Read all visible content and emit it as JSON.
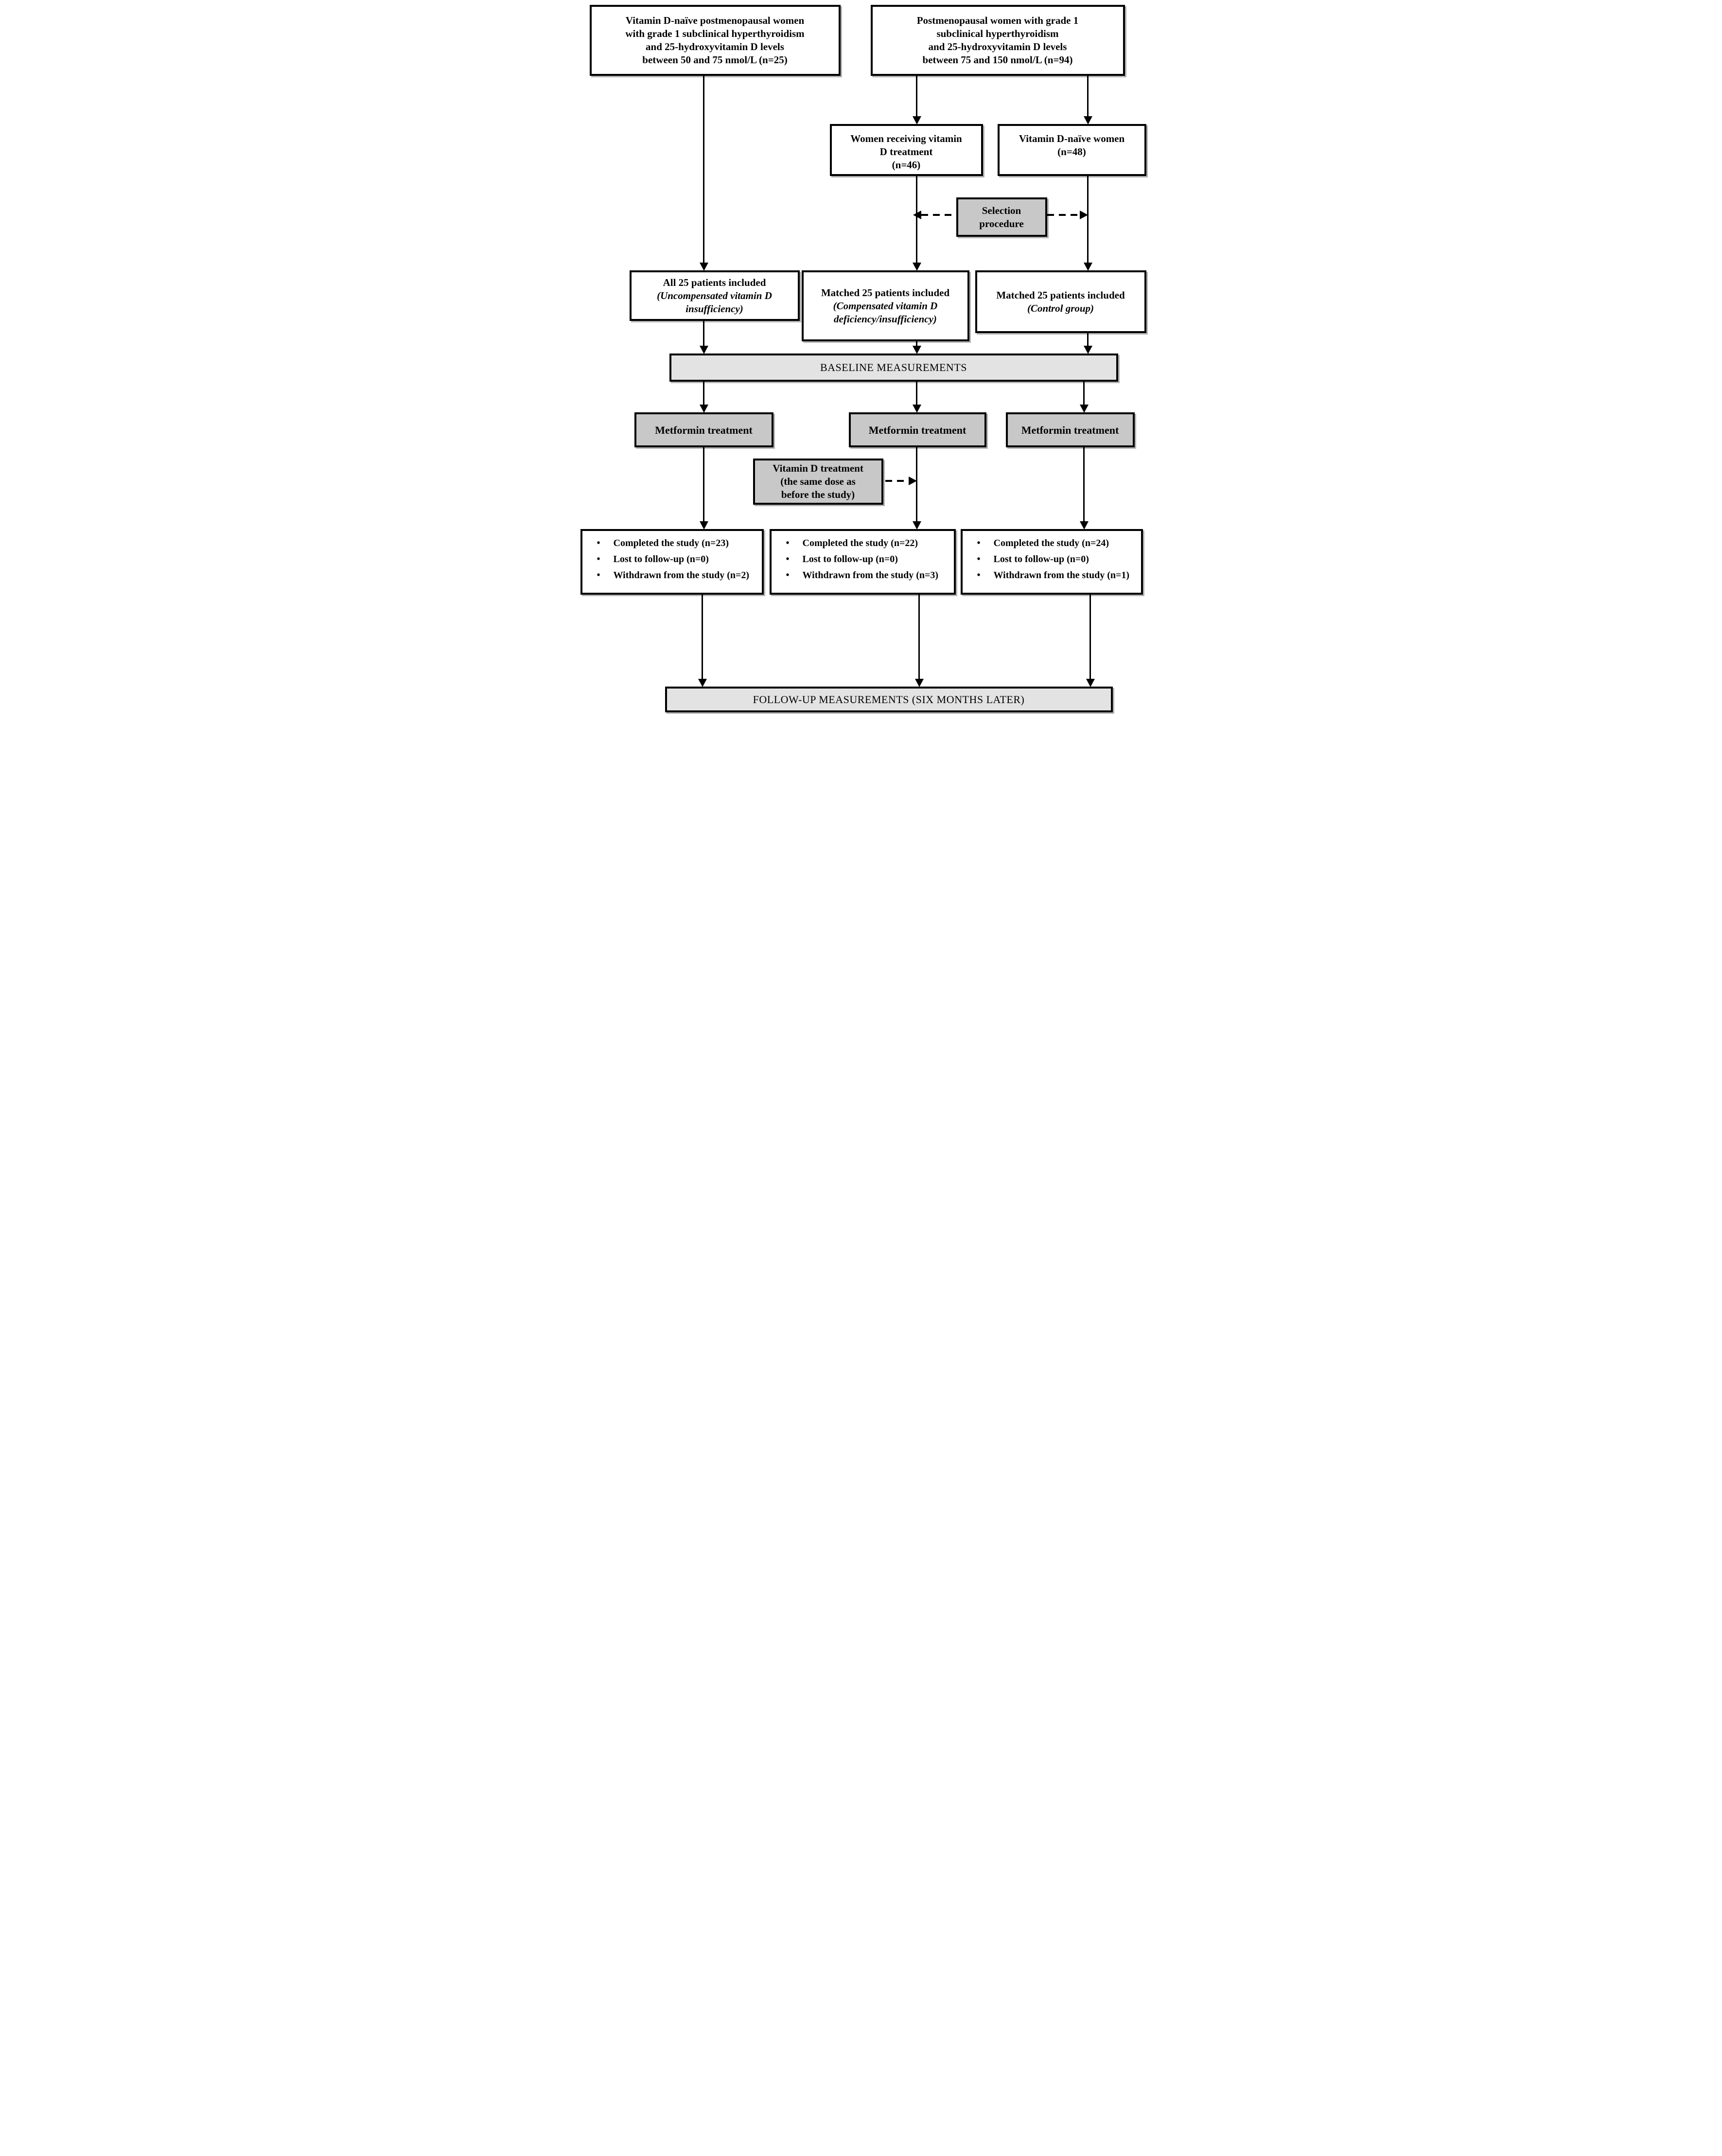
{
  "diagram": {
    "bullet_glyph": "•",
    "colors": {
      "border": "#000000",
      "gray_box_fill": "#c8c8c8",
      "banner_fill": "#e3e3e3",
      "background": "#ffffff"
    },
    "top_left_box": {
      "lines": [
        "Vitamin D-naïve postmenopausal women",
        "with grade 1 subclinical hyperthyroidism",
        "and 25-hydroxyvitamin D levels",
        "between 50 and 75 nmol/L (n=25)"
      ]
    },
    "top_right_box": {
      "lines": [
        "Postmenopausal women with grade 1",
        "subclinical hyperthyroidism",
        "and 25-hydroxyvitamin D levels",
        "between 75 and 150 nmol/L (n=94)"
      ]
    },
    "receiving_box": {
      "lines": [
        "Women receiving vitamin",
        "D treatment",
        "(n=46)"
      ]
    },
    "naive_box": {
      "lines": [
        "Vitamin D-naïve women",
        "(n=48)"
      ]
    },
    "selection_box": {
      "lines": [
        "Selection",
        "procedure"
      ]
    },
    "uncompensated_box": {
      "line1": "All 25 patients included",
      "line2": "(Uncompensated vitamin D",
      "line3": "insufficiency)"
    },
    "compensated_box": {
      "line1": "Matched 25 patients included",
      "line2": "(Compensated vitamin D",
      "line3": "deficiency/insufficiency)"
    },
    "control_box": {
      "line1": "Matched 25 patients included",
      "line2": "(Control group)"
    },
    "baseline_banner": "BASELINE MEASUREMENTS",
    "metformin_boxes": [
      "Metformin treatment",
      "Metformin treatment",
      "Metformin treatment"
    ],
    "vitamin_d_box": {
      "lines": [
        "Vitamin D treatment",
        "(the same dose as",
        "before the study)"
      ]
    },
    "outcome_boxes": [
      {
        "bullets": [
          "Completed the study (n=23)",
          "Lost to follow-up (n=0)",
          "Withdrawn from the study (n=2)"
        ]
      },
      {
        "bullets": [
          "Completed the study (n=22)",
          "Lost to follow-up (n=0)",
          "Withdrawn from the study (n=3)"
        ]
      },
      {
        "bullets": [
          "Completed the study (n=24)",
          "Lost to follow-up (n=0)",
          "Withdrawn from the study (n=1)"
        ]
      }
    ],
    "followup_banner": "FOLLOW-UP MEASUREMENTS (SIX MONTHS LATER)"
  }
}
